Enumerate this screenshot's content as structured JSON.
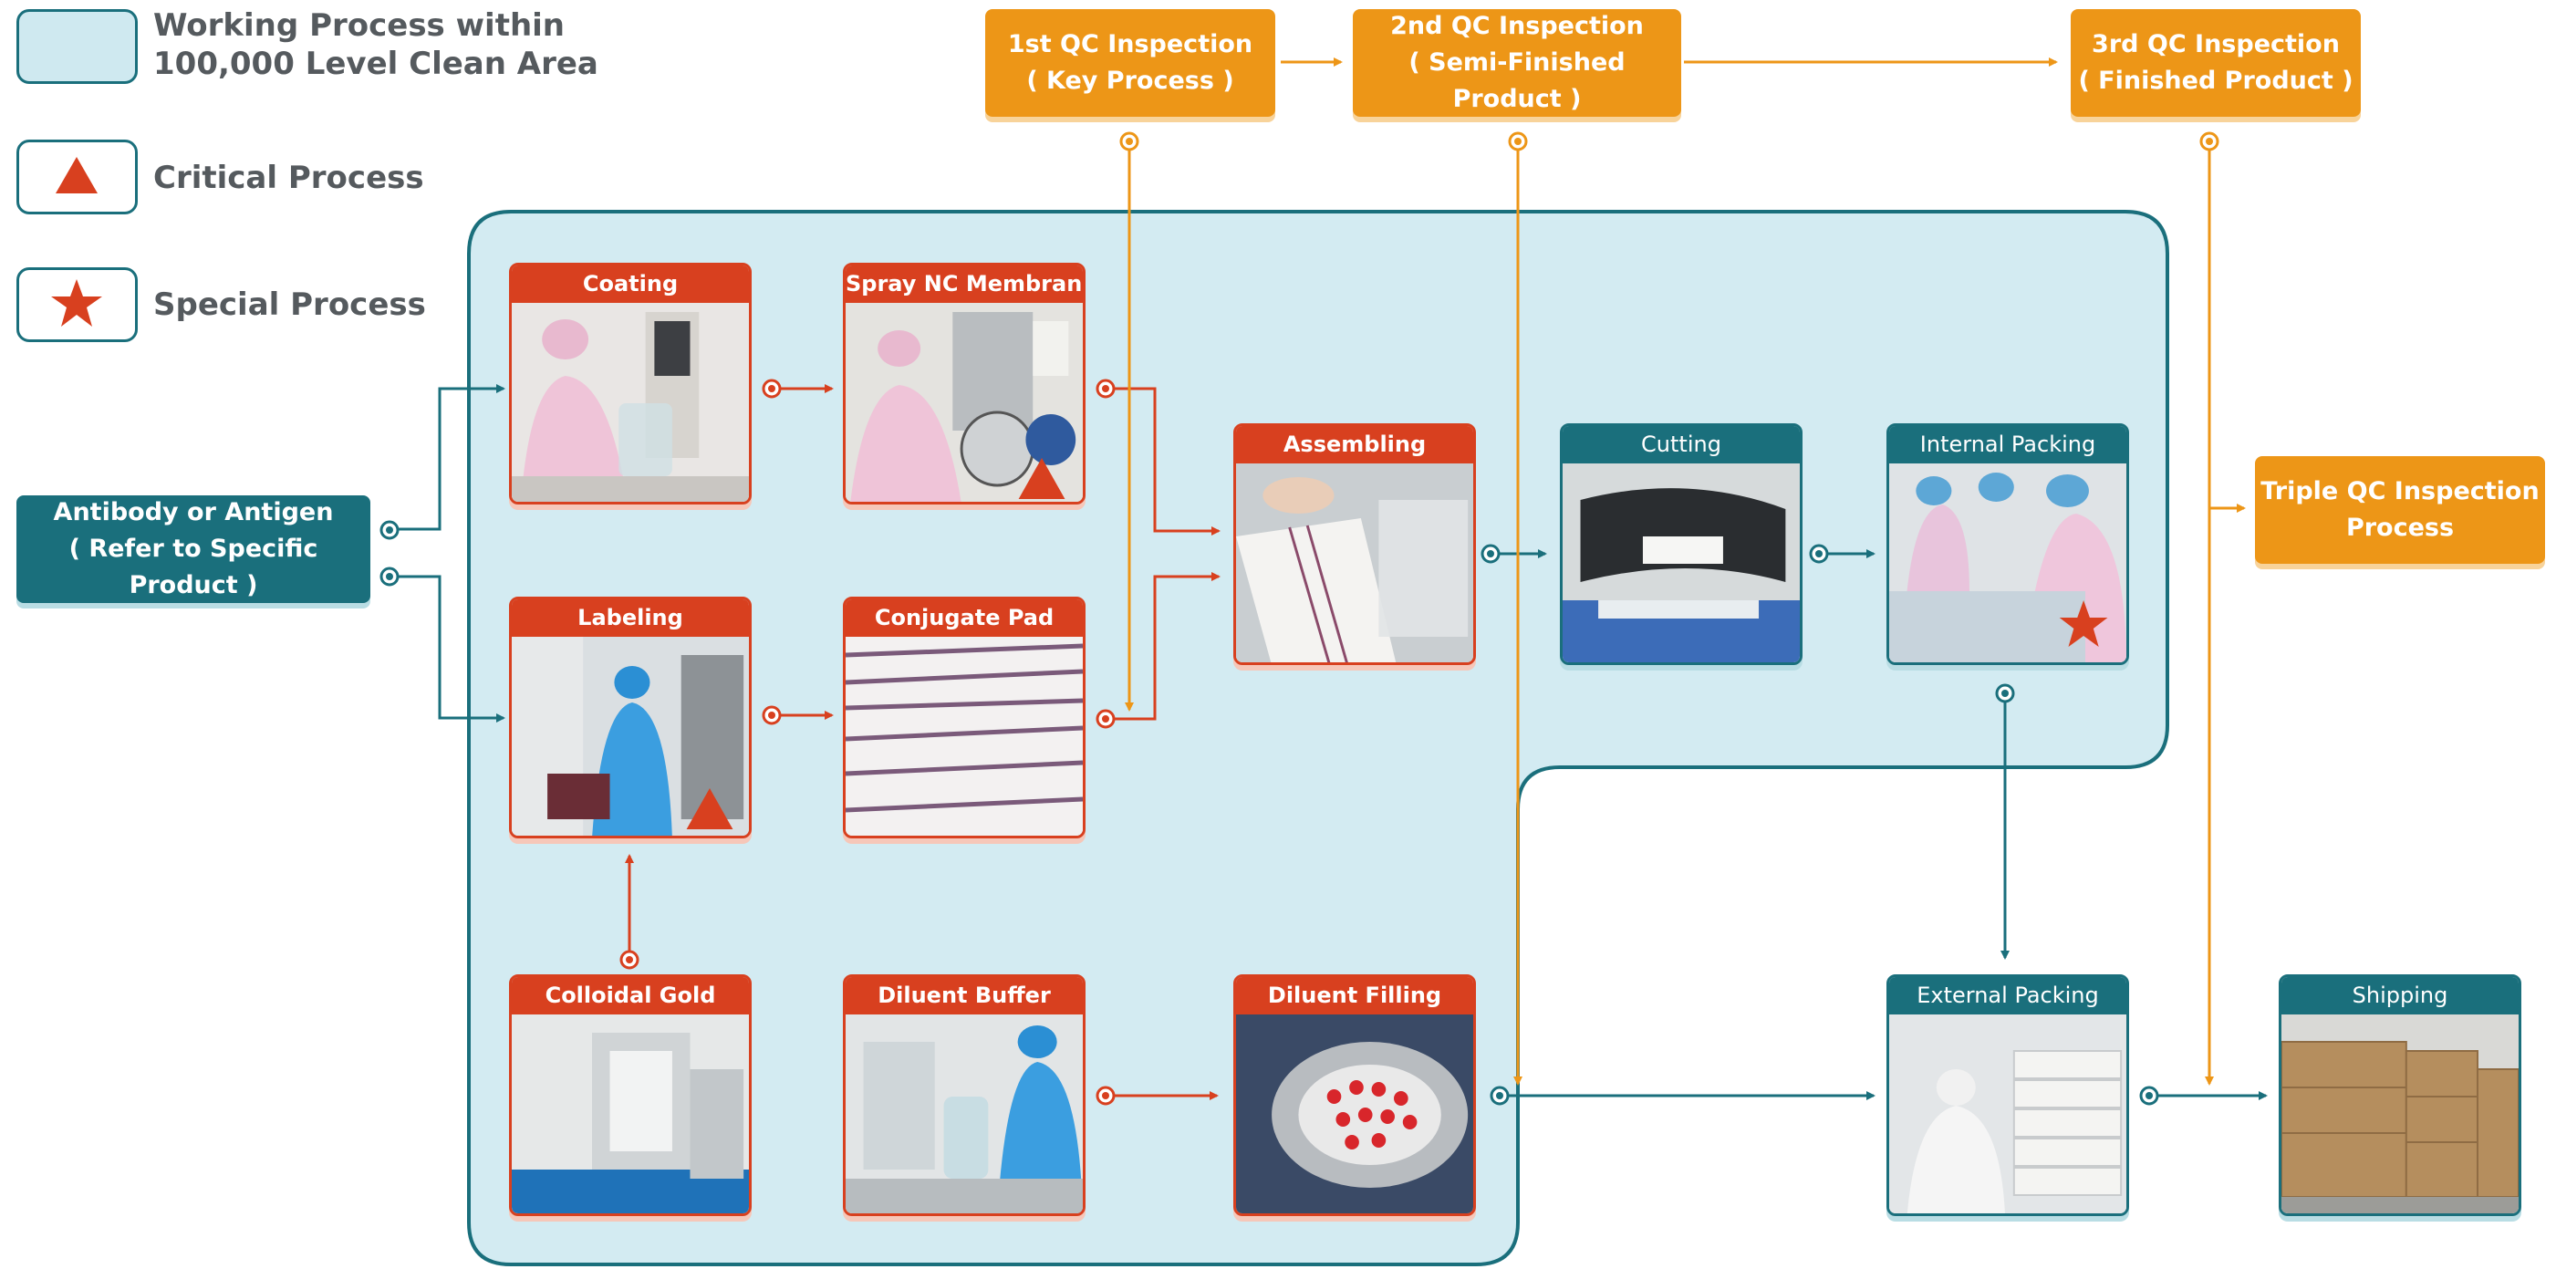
{
  "legend": [
    {
      "key": "clean",
      "line1": "Working Process within",
      "line2": "100,000 Level Clean Area"
    },
    {
      "key": "critical",
      "label": "Critical Process",
      "icon": "triangle-icon"
    },
    {
      "key": "special",
      "label": "Special Process",
      "icon": "star-icon"
    }
  ],
  "qc": {
    "first": {
      "line1": "1st QC Inspection",
      "line2": "( Key Process )"
    },
    "second": {
      "line1": "2nd QC Inspection",
      "line2": "( Semi-Finished Product )"
    },
    "third": {
      "line1": "3rd QC Inspection",
      "line2": "( Finished Product )"
    },
    "triple": {
      "line1": "Triple QC Inspection",
      "line2": "Process"
    }
  },
  "source": {
    "line1": "Antibody or Antigen",
    "line2": "( Refer to Specific Product )"
  },
  "processes": {
    "coating": {
      "title": "Coating",
      "marker": ""
    },
    "spray_nc": {
      "title": "Spray NC Membrane",
      "marker": "critical"
    },
    "labeling": {
      "title": "Labeling",
      "marker": "critical"
    },
    "conjugate_pad": {
      "title": "Conjugate Pad",
      "marker": ""
    },
    "assembling": {
      "title": "Assembling",
      "marker": ""
    },
    "cutting": {
      "title": "Cutting",
      "marker": ""
    },
    "internal_packing": {
      "title": "Internal Packing",
      "marker": "special"
    },
    "colloidal_gold": {
      "title": "Colloidal Gold",
      "marker": ""
    },
    "diluent_buffer": {
      "title": "Diluent Buffer",
      "marker": ""
    },
    "diluent_filling": {
      "title": "Diluent Filling",
      "marker": ""
    },
    "external_packing": {
      "title": "External Packing",
      "marker": ""
    },
    "shipping": {
      "title": "Shipping",
      "marker": ""
    }
  },
  "colors": {
    "teal": "#1a6f7c",
    "red": "#d8401f",
    "orange": "#ed9617",
    "clean_area": "#d3ebf2"
  }
}
